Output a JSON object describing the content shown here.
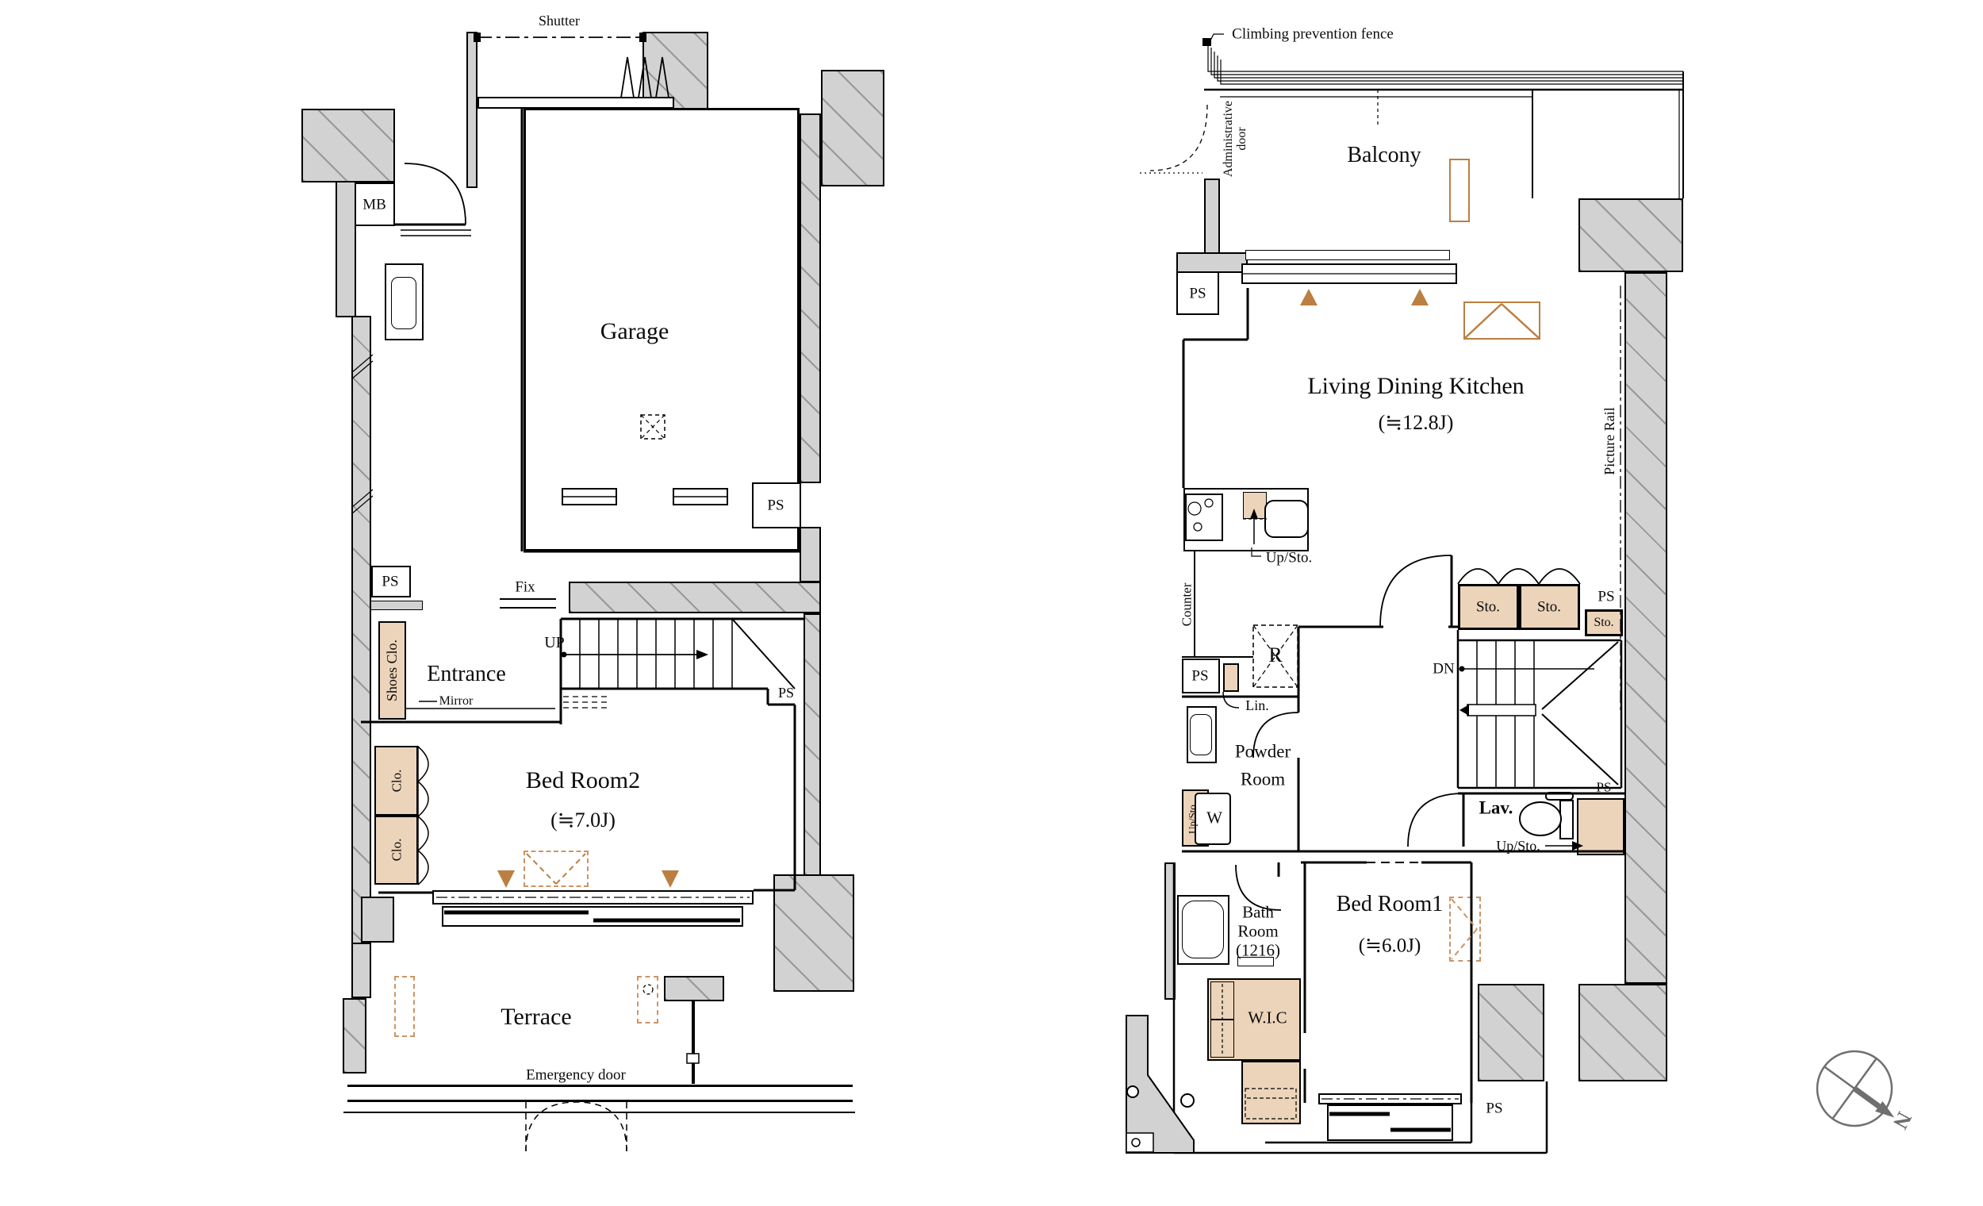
{
  "colors": {
    "wall": "#d2d2d2",
    "beige": "#ecd4ba",
    "orange": "#bb7f41",
    "orange2": "#cc9466",
    "compassc": "#6f6f6f"
  },
  "shared": {
    "ps": "PS",
    "sto": "Sto.",
    "clo": "Clo.",
    "up_sto": "Up/Sto."
  },
  "floor1": {
    "shutter": "Shutter",
    "mb": "MB",
    "garage": "Garage",
    "fix": "Fix",
    "shoes_closet": "Shoes Clo.",
    "entrance": "Entrance",
    "mirror": "Mirror",
    "up": "UP",
    "bedroom2": "Bed Room2",
    "bedroom2_size": "(≒7.0J)",
    "terrace": "Terrace",
    "emergency_door": "Emergency door"
  },
  "floor2": {
    "climbing_fence": "Climbing prevention fence",
    "admin_door_line1": "Administrative",
    "admin_door_line2": "door",
    "balcony": "Balcony",
    "ldk": "Living Dining Kitchen",
    "ldk_size": "(≒12.8J)",
    "picture_rail": "Picture Rail",
    "counter": "Counter",
    "refrigerator": "R",
    "down": "DN",
    "linen": "Lin.",
    "powder_line1": "Powder",
    "powder_line2": "Room",
    "washer": "W",
    "lavatory": "Lav.",
    "bedroom1": "Bed Room1",
    "bedroom1_size": "(≒6.0J)",
    "bath_line1": "Bath",
    "bath_line2": "Room",
    "bath_line3": "(1216)",
    "wic": "W.I.C"
  },
  "compass": {
    "north": "N"
  }
}
